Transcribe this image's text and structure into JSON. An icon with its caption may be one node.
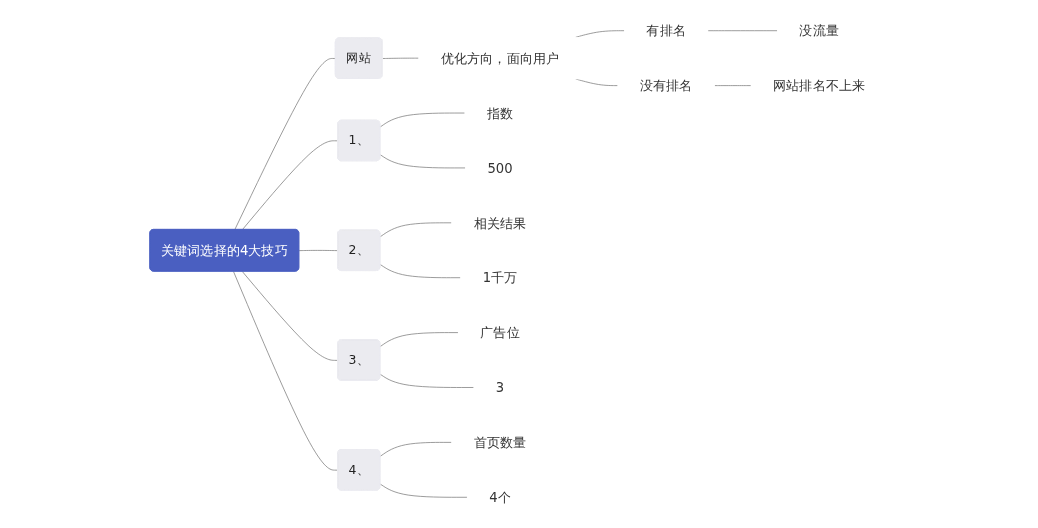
{
  "diagram": {
    "nodes": [
      {
        "text": [
          "关键词选择的4大技巧"
        ]
      },
      {
        "text": [
          "网站"
        ]
      },
      {
        "text": [
          "优化方向，面向用户"
        ]
      },
      {
        "text": [
          "有排名"
        ]
      },
      {
        "text": [
          "没流量"
        ]
      },
      {
        "text": [
          "没有排名"
        ]
      },
      {
        "text": [
          "网站排名不上来"
        ]
      },
      {
        "text": [
          "1、"
        ]
      },
      {
        "text": [
          "指数"
        ]
      },
      {
        "text": [
          "500"
        ]
      },
      {
        "text": [
          "2、"
        ]
      },
      {
        "text": [
          "相关结果"
        ]
      },
      {
        "text": [
          "1千万"
        ]
      },
      {
        "text": [
          "3、"
        ]
      },
      {
        "text": [
          "广告位"
        ]
      },
      {
        "text": [
          "3"
        ]
      },
      {
        "text": [
          "4、"
        ]
      },
      {
        "text": [
          "首页数量"
        ]
      },
      {
        "text": [
          "4个"
        ]
      }
    ],
    "edges": [
      {
        "from": 0,
        "to": 1,
        "arrow": "none"
      },
      {
        "from": 1,
        "to": 2,
        "arrow": "none"
      },
      {
        "from": 2,
        "to": 3,
        "arrow": "none"
      },
      {
        "from": 3,
        "to": 4,
        "arrow": "none"
      },
      {
        "from": 2,
        "to": 5,
        "arrow": "none"
      },
      {
        "from": 5,
        "to": 6,
        "arrow": "none"
      },
      {
        "from": 0,
        "to": 7,
        "arrow": "none"
      },
      {
        "from": 7,
        "to": 8,
        "arrow": "none"
      },
      {
        "from": 7,
        "to": 9,
        "arrow": "none"
      },
      {
        "from": 0,
        "to": 10,
        "arrow": "none"
      },
      {
        "from": 10,
        "to": 11,
        "arrow": "none"
      },
      {
        "from": 10,
        "to": 12,
        "arrow": "none"
      },
      {
        "from": 0,
        "to": 13,
        "arrow": "none"
      },
      {
        "from": 13,
        "to": 14,
        "arrow": "none"
      },
      {
        "from": 13,
        "to": 15,
        "arrow": "none"
      },
      {
        "from": 0,
        "to": 16,
        "arrow": "none"
      },
      {
        "from": 16,
        "to": 17,
        "arrow": "none"
      },
      {
        "from": 16,
        "to": 18,
        "arrow": "none"
      }
    ]
  }
}
